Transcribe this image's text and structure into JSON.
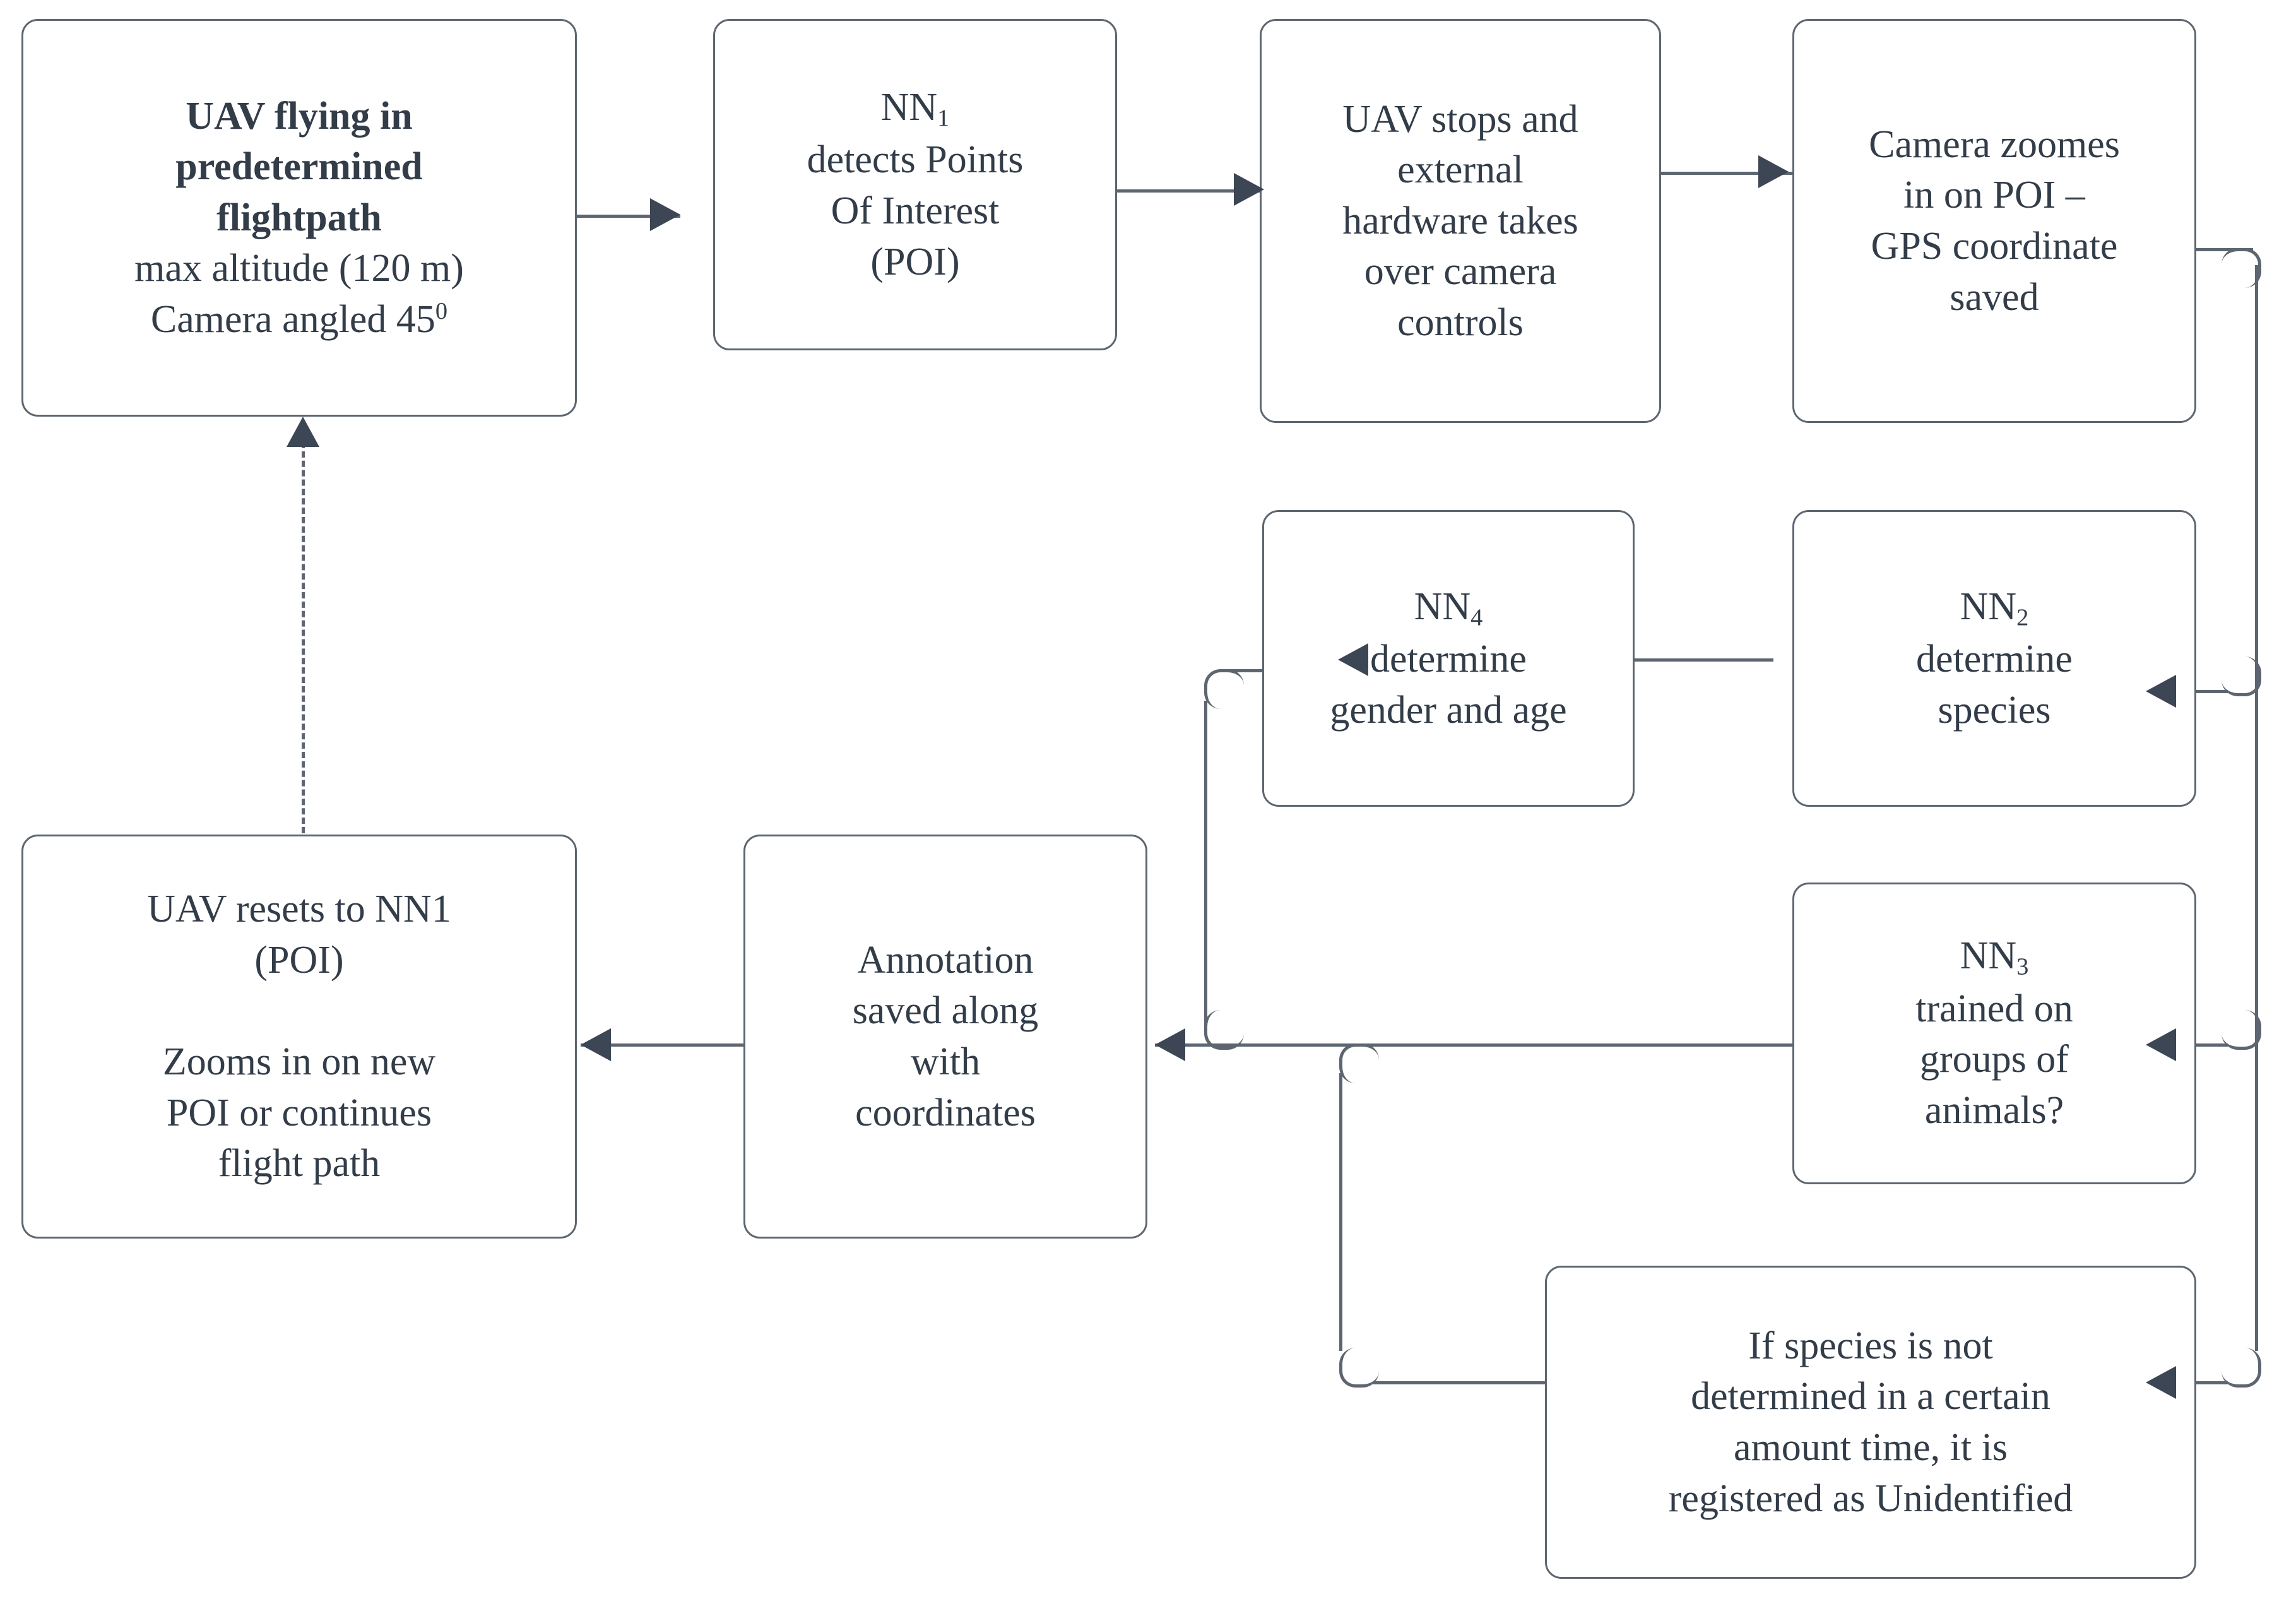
{
  "diagram": {
    "title": "UAV wildlife detection and annotation pipeline flowchart",
    "colors": {
      "stroke": "#5d6670",
      "arrow_fill": "#3c4654",
      "text": "#333d49",
      "background": "#ffffff"
    },
    "nodes": {
      "uav_flightpath": {
        "line1": "UAV flying in",
        "line2": "predetermined",
        "line3": "flightpath",
        "line4": "max altitude (120 m)",
        "line5_a": "Camera angled 45",
        "line5_sup": "0"
      },
      "nn1": {
        "line1_a": "NN",
        "line1_sub": "1",
        "line2": "detects Points",
        "line3": "Of Interest",
        "line4": "(POI)"
      },
      "uav_stops": {
        "line1": "UAV stops and",
        "line2": "external",
        "line3": "hardware takes",
        "line4": "over camera",
        "line5": "controls"
      },
      "camera_zoomes": {
        "line1": "Camera zoomes",
        "line2": "in on POI –",
        "line3": "GPS coordinate",
        "line4": "saved"
      },
      "nn2": {
        "line1_a": "NN",
        "line1_sub": "2",
        "line2": "determine",
        "line3": "species"
      },
      "nn4": {
        "line1_a": "NN",
        "line1_sub": "4",
        "line2": "determine",
        "line3": "gender and age"
      },
      "nn3": {
        "line1_a": "NN",
        "line1_sub": "3",
        "line2": "trained on",
        "line3": "groups of",
        "line4": "animals?"
      },
      "unidentified": {
        "line1": "If species is not",
        "line2": "determined in a certain",
        "line3": "amount time, it is",
        "line4": "registered as Unidentified"
      },
      "annotation": {
        "line1": "Annotation",
        "line2": "saved along",
        "line3": "with",
        "line4": "coordinates"
      },
      "uav_resets": {
        "line1": "UAV resets to NN1",
        "line2": "(POI)",
        "line3": "",
        "line4": "Zooms in on new",
        "line5": "POI or continues",
        "line6": "flight path"
      }
    }
  }
}
